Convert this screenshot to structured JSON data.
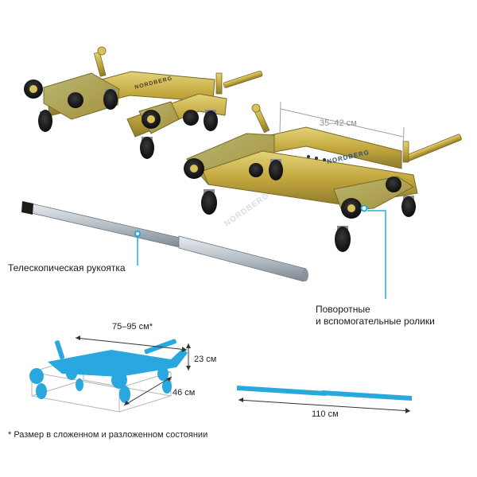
{
  "brand": "NORDBERG",
  "labels": {
    "handle": "Телескопическая рукоятка",
    "rollers_line1": "Поворотные",
    "rollers_line2": "и вспомогательные ролики"
  },
  "dimensions": {
    "extension": "35–42 см",
    "width": "75–95 см*",
    "height": "23 см",
    "depth": "46 см",
    "handle_length": "110 см"
  },
  "footnote": "* Размер в сложенном и разложенном состоянии",
  "colors": {
    "accent": "#29a8e0",
    "metal_gold": "#c9b04a",
    "handle_silver": "#b9c0c7",
    "wheel_black": "#1b1b1b"
  }
}
